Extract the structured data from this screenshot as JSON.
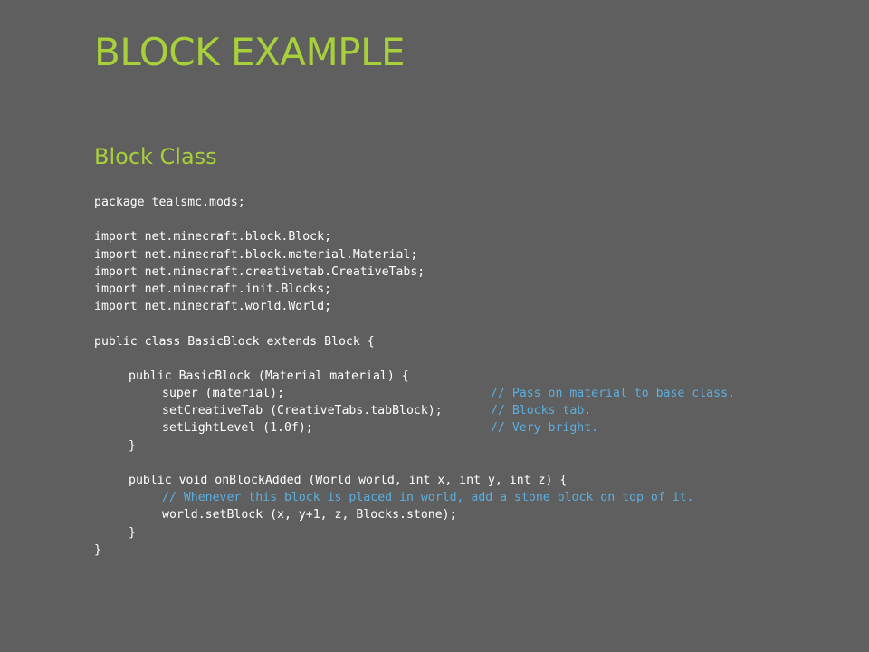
{
  "slide": {
    "title": "BLOCK EXAMPLE",
    "subtitle": "Block Class"
  },
  "colors": {
    "background": "#5f5f5f",
    "heading": "#a8d03a",
    "code_text": "#ffffff",
    "code_comment": "#5aaee0"
  },
  "code": {
    "lines": [
      {
        "indent": 0,
        "text": "package tealsmc.mods;",
        "comment": ""
      },
      {
        "indent": 0,
        "text": "",
        "comment": ""
      },
      {
        "indent": 0,
        "text": "import net.minecraft.block.Block;",
        "comment": ""
      },
      {
        "indent": 0,
        "text": "import net.minecraft.block.material.Material;",
        "comment": ""
      },
      {
        "indent": 0,
        "text": "import net.minecraft.creativetab.CreativeTabs;",
        "comment": ""
      },
      {
        "indent": 0,
        "text": "import net.minecraft.init.Blocks;",
        "comment": ""
      },
      {
        "indent": 0,
        "text": "import net.minecraft.world.World;",
        "comment": ""
      },
      {
        "indent": 0,
        "text": "",
        "comment": ""
      },
      {
        "indent": 0,
        "text": "public class BasicBlock extends Block {",
        "comment": ""
      },
      {
        "indent": 0,
        "text": "",
        "comment": ""
      },
      {
        "indent": 1,
        "text": "public BasicBlock (Material material) {",
        "comment": ""
      },
      {
        "indent": 2,
        "text": "super (material);",
        "comment": "// Pass on material to base class."
      },
      {
        "indent": 2,
        "text": "setCreativeTab (CreativeTabs.tabBlock);",
        "comment": "// Blocks tab."
      },
      {
        "indent": 2,
        "text": "setLightLevel (1.0f);",
        "comment": "// Very bright."
      },
      {
        "indent": 1,
        "text": "}",
        "comment": ""
      },
      {
        "indent": 0,
        "text": "",
        "comment": ""
      },
      {
        "indent": 1,
        "text": "public void onBlockAdded (World world, int x, int y, int z) {",
        "comment": ""
      },
      {
        "indent": 2,
        "text": "",
        "comment": "// Whenever this block is placed in world, add a stone block on top of it."
      },
      {
        "indent": 2,
        "text": "world.setBlock (x, y+1, z, Blocks.stone);",
        "comment": ""
      },
      {
        "indent": 1,
        "text": "}",
        "comment": ""
      },
      {
        "indent": 0,
        "text": "}",
        "comment": ""
      }
    ]
  }
}
